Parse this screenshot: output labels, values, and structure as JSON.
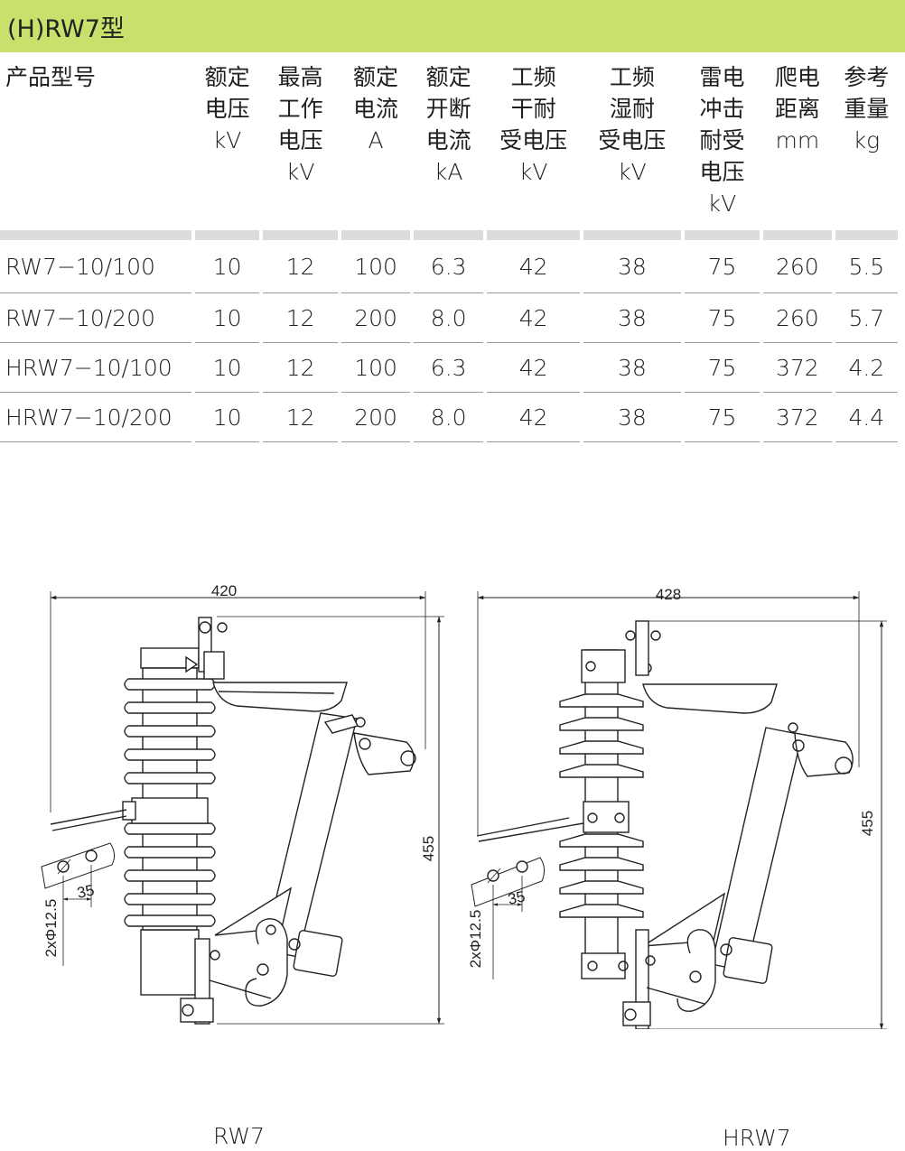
{
  "title": "(H)RW7型",
  "table": {
    "headers": [
      [
        "产品型号"
      ],
      [
        "额定",
        "电压",
        "kV"
      ],
      [
        "最高",
        "工作",
        "电压",
        "kV"
      ],
      [
        "额定",
        "电流",
        "A"
      ],
      [
        "额定",
        "开断",
        "电流",
        "kA"
      ],
      [
        "工频",
        "干耐",
        "受电压",
        "kV"
      ],
      [
        "工频",
        "湿耐",
        "受电压",
        "kV"
      ],
      [
        "雷电",
        "冲击",
        "耐受",
        "电压",
        "kV"
      ],
      [
        "爬电",
        "距离",
        "mm"
      ],
      [
        "参考",
        "重量",
        "kg"
      ]
    ],
    "rows": [
      [
        "RW7−10/100",
        "10",
        "12",
        "100",
        "6.3",
        "42",
        "38",
        "75",
        "260",
        "5.5"
      ],
      [
        "RW7−10/200",
        "10",
        "12",
        "200",
        "8.0",
        "42",
        "38",
        "75",
        "260",
        "5.7"
      ],
      [
        "HRW7−10/100",
        "10",
        "12",
        "100",
        "6.3",
        "42",
        "38",
        "75",
        "372",
        "4.2"
      ],
      [
        "HRW7−10/200",
        "10",
        "12",
        "200",
        "8.0",
        "42",
        "38",
        "75",
        "372",
        "4.4"
      ]
    ]
  },
  "drawings": {
    "left": {
      "width_dim": "420",
      "height_dim": "455",
      "hole_spacing": "35",
      "hole_spec": "2xΦ12.5",
      "caption": "RW7"
    },
    "right": {
      "width_dim": "428",
      "height_dim": "455",
      "hole_spacing": "35",
      "hole_spec": "2xΦ12.5",
      "caption": "HRW7"
    }
  },
  "colors": {
    "title_bar": "#c8e06c",
    "header_rule": "#dcdcdc",
    "row_rule": "#9a9a9a"
  }
}
